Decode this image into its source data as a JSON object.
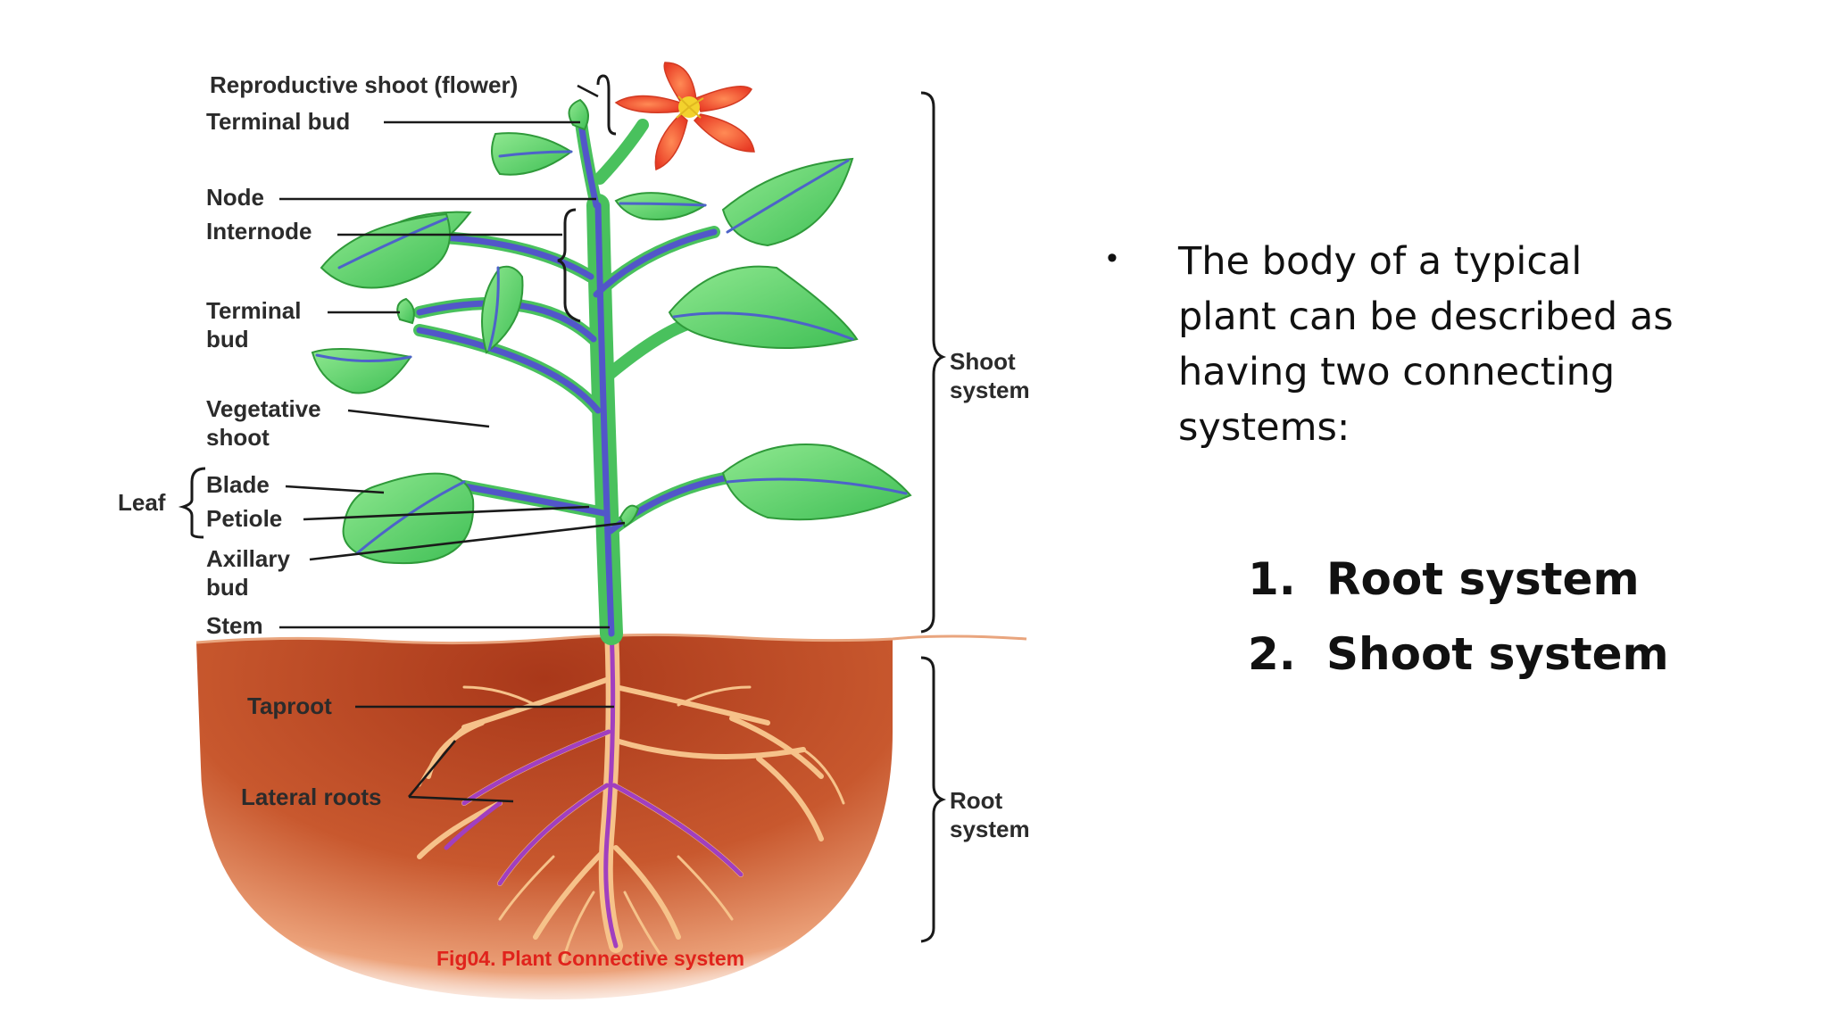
{
  "figure": {
    "labels": {
      "reproductive_shoot": "Reproductive shoot (flower)",
      "terminal_bud_top": "Terminal bud",
      "node": "Node",
      "internode": "Internode",
      "terminal_bud_side_1": "Terminal",
      "terminal_bud_side_2": "bud",
      "vegetative_shoot_1": "Vegetative",
      "vegetative_shoot_2": "shoot",
      "leaf": "Leaf",
      "blade": "Blade",
      "petiole": "Petiole",
      "axillary_bud_1": "Axillary",
      "axillary_bud_2": "bud",
      "stem": "Stem",
      "taproot": "Taproot",
      "lateral_roots": "Lateral roots",
      "shoot_system_1": "Shoot",
      "shoot_system_2": "system",
      "root_system_1": "Root",
      "root_system_2": "system"
    },
    "caption": "Fig04. Plant Connective system",
    "colors": {
      "leaf": "#5ed36b",
      "stem": "#49c15d",
      "vascular": "#5256c9",
      "flower": "#f04a2c",
      "soil_dark": "#b2401f",
      "soil_light": "#f3b58a",
      "root": "#f6c28a",
      "root_vascular": "#a13fbf",
      "caption": "#e0231c"
    }
  },
  "content": {
    "bullet_icon": "bullet-dot",
    "bullet_text": "The body of a typical plant can be described as having two connecting systems:",
    "systems": [
      {
        "number": "1.",
        "label": "Root system"
      },
      {
        "number": "2.",
        "label": "Shoot system"
      }
    ]
  }
}
